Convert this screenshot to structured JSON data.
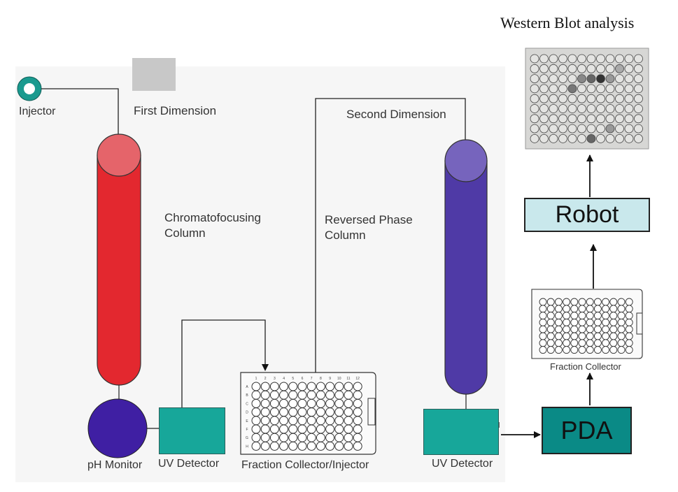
{
  "header": {
    "western_blot_title": "Western Blot analysis"
  },
  "labels": {
    "injector": "Injector",
    "first_dimension": "First Dimension",
    "second_dimension": "Second Dimension",
    "chromatofocusing_line1": "Chromatofocusing",
    "chromatofocusing_line2": "Column",
    "reversed_phase_line1": "Reversed Phase",
    "reversed_phase_line2": "Column",
    "ph_monitor": "pH Monitor",
    "uv_detector_1": "UV Detector",
    "uv_detector_2": "UV Detector",
    "fraction_collector_injector": "Fraction Collector/Injector",
    "fraction_collector": "Fraction Collector"
  },
  "boxes": {
    "robot": "Robot",
    "pda": "PDA"
  },
  "plates": {
    "main_columns": [
      "1",
      "2",
      "3",
      "4",
      "5",
      "6",
      "7",
      "8",
      "9",
      "10",
      "11",
      "12"
    ],
    "main_rows": [
      "A",
      "B",
      "C",
      "D",
      "E",
      "F",
      "G",
      "H"
    ]
  },
  "colors": {
    "red_column": "#e3282f",
    "red_cap": "#e5646a",
    "blue_column": "#4f3aa6",
    "blue_cap": "#7664bd",
    "ph_monitor": "#3f1fa3",
    "uv_detector": "#17a79a",
    "pda": "#0a8a86",
    "robot": "#c9e8ec",
    "injector_ring": "#1a9a8f"
  }
}
